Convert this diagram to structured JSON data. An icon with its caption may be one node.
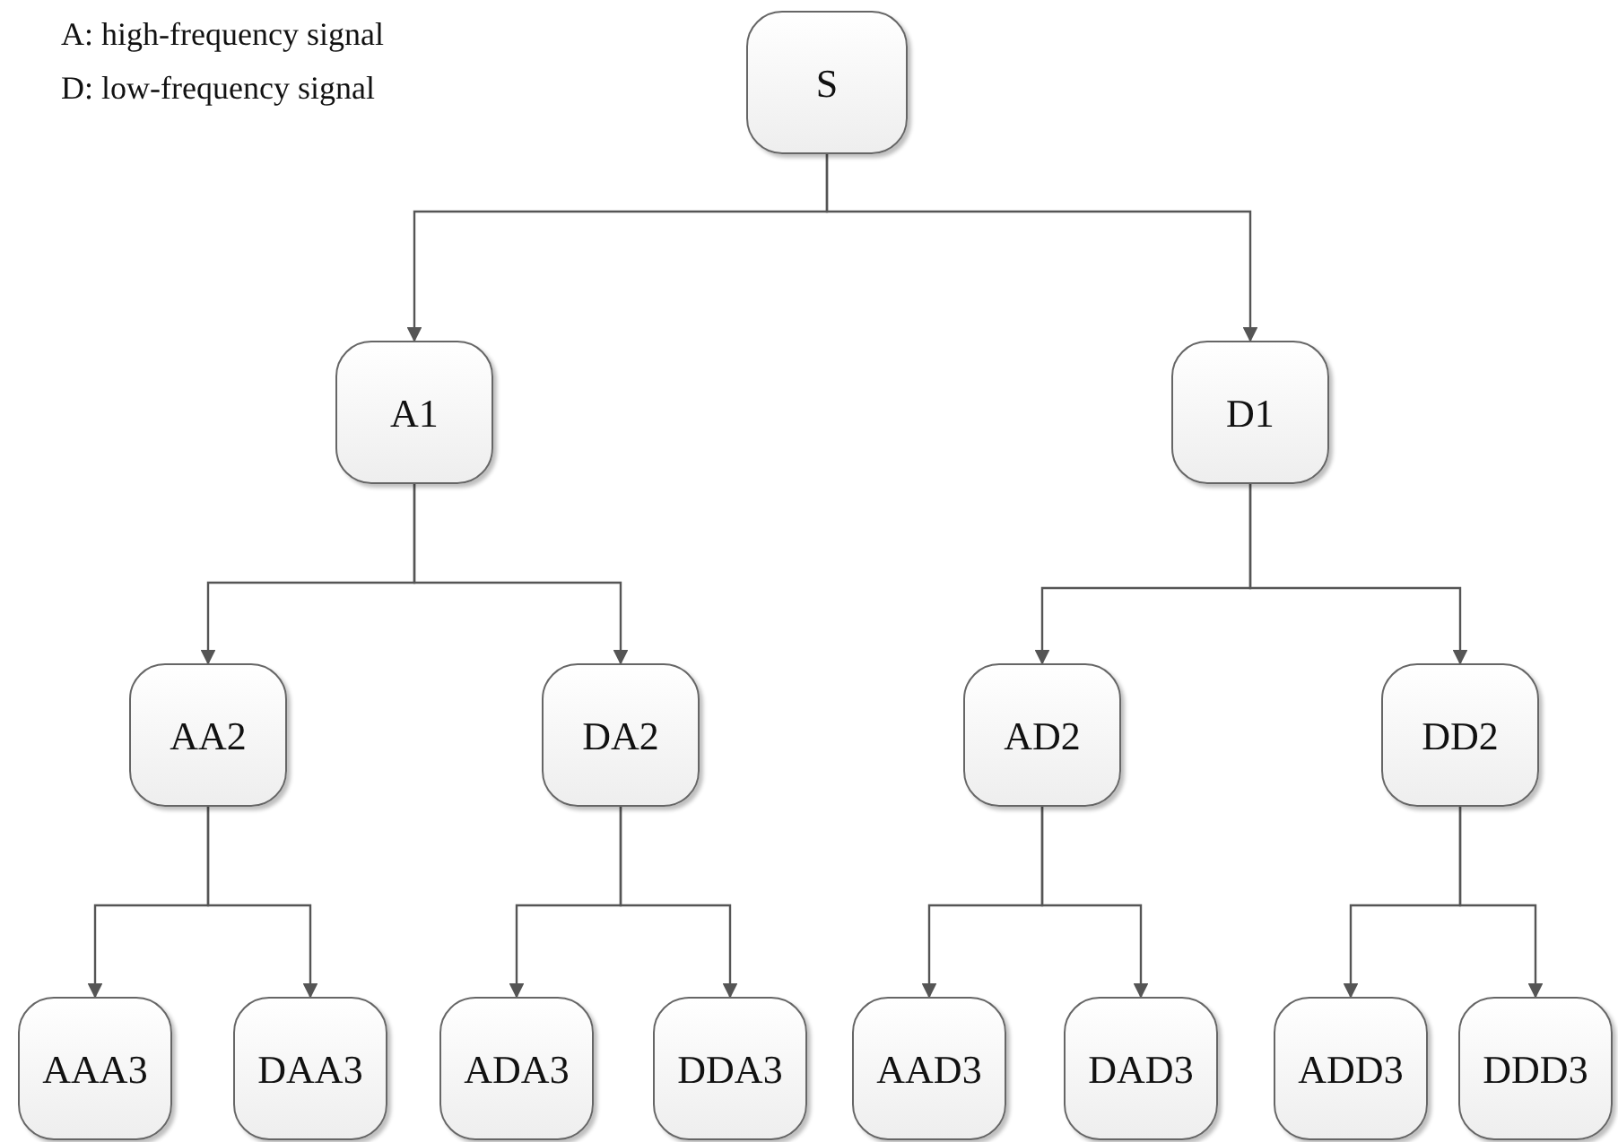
{
  "diagram": {
    "nodes": [
      {
        "text": [
          "S"
        ]
      },
      {
        "text": [
          "A1"
        ]
      },
      {
        "text": [
          "D1"
        ]
      },
      {
        "text": [
          "AA2"
        ]
      },
      {
        "text": [
          "DA2"
        ]
      },
      {
        "text": [
          "AD2"
        ]
      },
      {
        "text": [
          "DD2"
        ]
      },
      {
        "text": [
          "AAA3"
        ]
      },
      {
        "text": [
          "DAA3"
        ]
      },
      {
        "text": [
          "ADA3"
        ]
      },
      {
        "text": [
          "DDA3"
        ]
      },
      {
        "text": [
          "AAD3"
        ]
      },
      {
        "text": [
          "DAD3"
        ]
      },
      {
        "text": [
          "ADD3"
        ]
      },
      {
        "text": [
          "DDD3"
        ]
      }
    ],
    "edges": [
      {
        "from": 0,
        "to": 1,
        "arrow": "to"
      },
      {
        "from": 0,
        "to": 2,
        "arrow": "to"
      },
      {
        "from": 1,
        "to": 3,
        "arrow": "to"
      },
      {
        "from": 1,
        "to": 4,
        "arrow": "to"
      },
      {
        "from": 2,
        "to": 5,
        "arrow": "to"
      },
      {
        "from": 2,
        "to": 6,
        "arrow": "to"
      },
      {
        "from": 3,
        "to": 7,
        "arrow": "to"
      },
      {
        "from": 3,
        "to": 8,
        "arrow": "to"
      },
      {
        "from": 4,
        "to": 9,
        "arrow": "to"
      },
      {
        "from": 4,
        "to": 10,
        "arrow": "to"
      },
      {
        "from": 5,
        "to": 11,
        "arrow": "to"
      },
      {
        "from": 5,
        "to": 12,
        "arrow": "to"
      },
      {
        "from": 6,
        "to": 13,
        "arrow": "to"
      },
      {
        "from": 6,
        "to": 14,
        "arrow": "to"
      }
    ],
    "labels": [
      "A: high-frequency signal",
      "D: low-frequency signal"
    ]
  }
}
